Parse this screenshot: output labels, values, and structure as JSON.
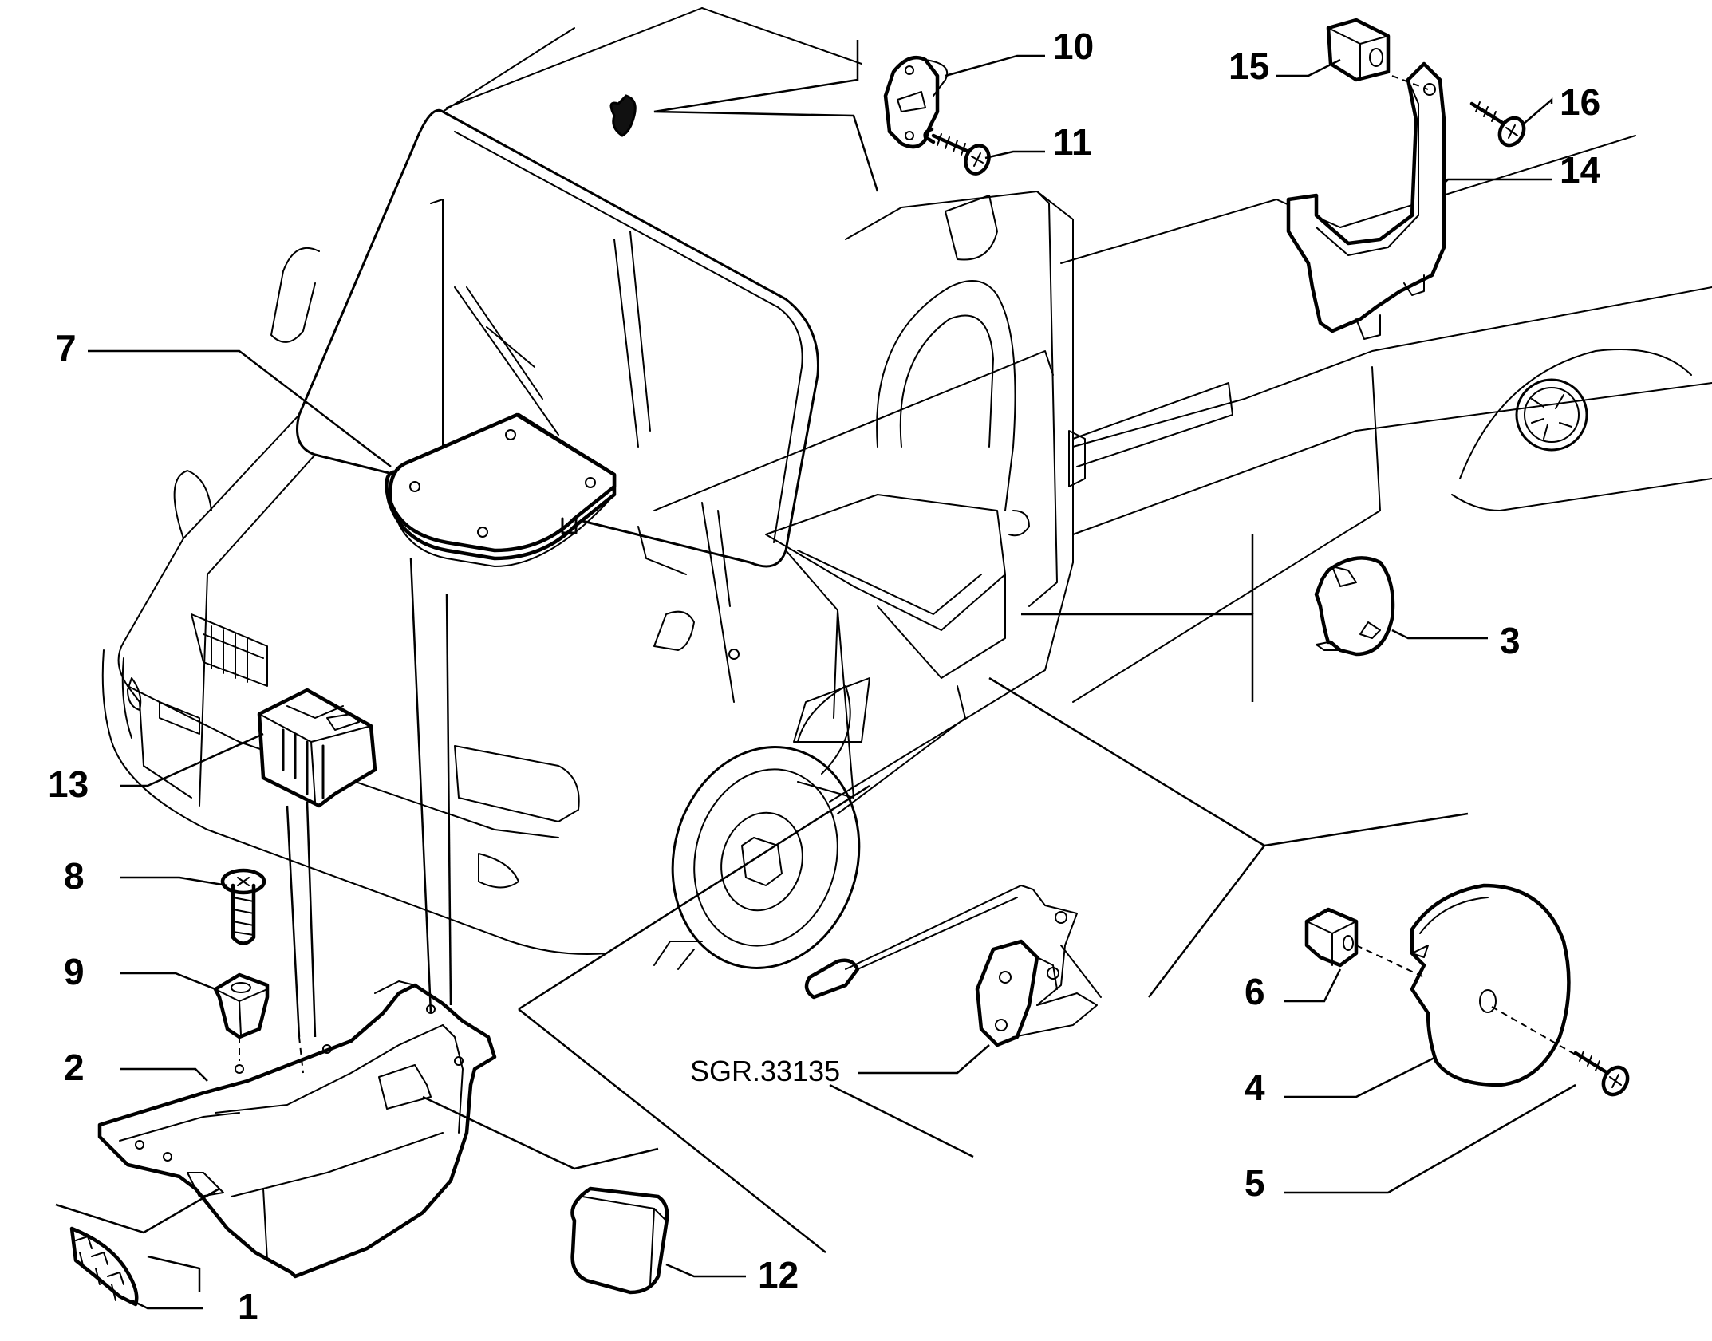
{
  "diagram": {
    "reference_code": "SGR.33135",
    "callouts": [
      "1",
      "2",
      "3",
      "4",
      "5",
      "6",
      "7",
      "8",
      "9",
      "10",
      "11",
      "12",
      "13",
      "14",
      "15",
      "16"
    ]
  }
}
